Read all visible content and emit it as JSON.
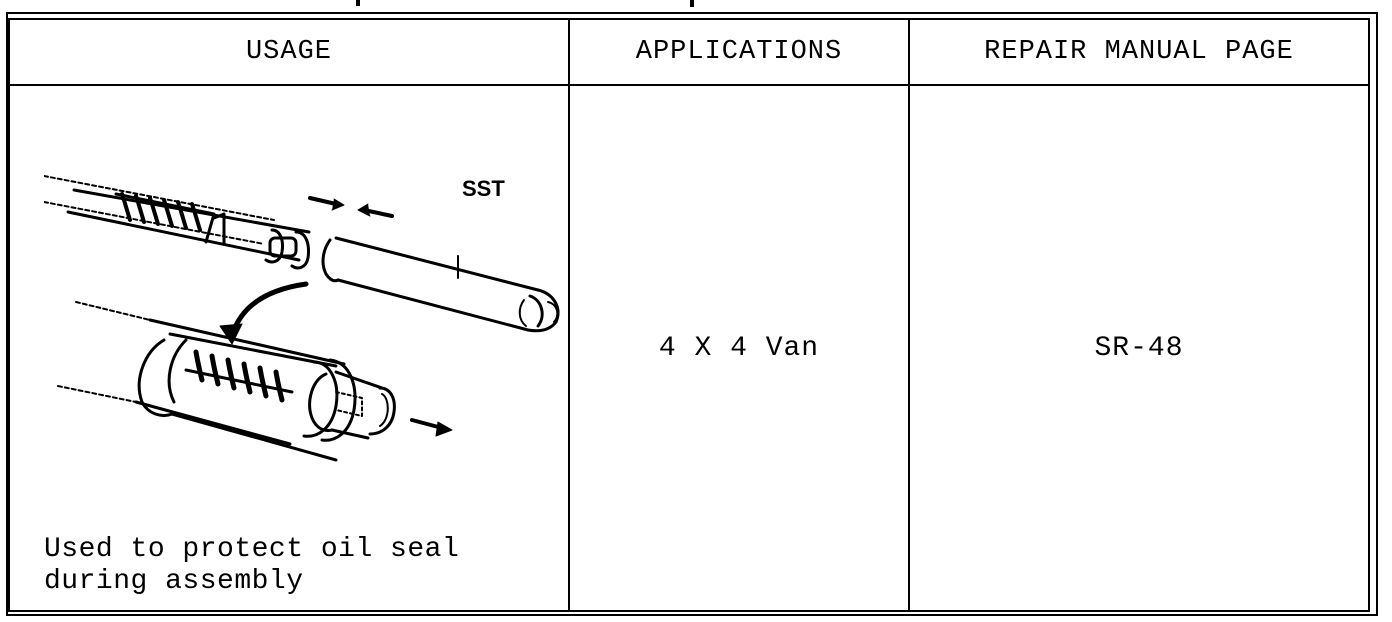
{
  "table": {
    "headers": {
      "usage": "USAGE",
      "applications": "APPLICATIONS",
      "repair_manual_page": "REPAIR MANUAL PAGE"
    },
    "row": {
      "illustration_label": "SST",
      "usage_description": "Used to protect oil seal during assembly",
      "applications": "4 X 4 Van",
      "repair_manual_page": "SR-48"
    }
  }
}
